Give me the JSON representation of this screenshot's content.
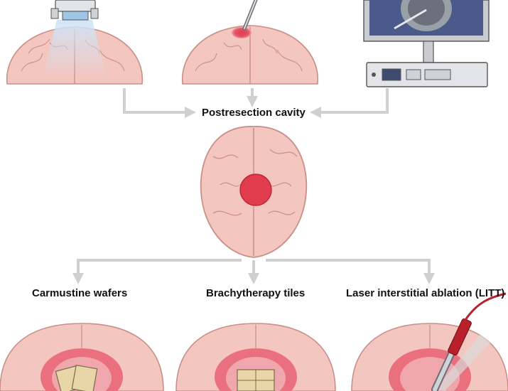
{
  "labels": {
    "cavity": "Postresection cavity",
    "carmustine": "Carmustine wafers",
    "brachytherapy": "Brachytherapy tiles",
    "litt": "Laser interstitial ablation (LITT)"
  },
  "colors": {
    "brain_fill": "#f3c6c0",
    "brain_stroke": "#c98f88",
    "lesion_outer": "#e9707c",
    "lesion_core": "#e03c4e",
    "arrow": "#cfcfcf",
    "monitor_frame": "#c9cbce",
    "monitor_screen": "#4a5a8a",
    "probe_red": "#b8202c",
    "wafer": "#e8d6a8"
  },
  "icons": {
    "top_left": "microscope-icon",
    "top_middle": "probe-icon",
    "top_right": "mri-monitor-icon",
    "cavity": "brain-cavity-icon",
    "bottom_left": "wafer-implant-icon",
    "bottom_middle": "brachytherapy-tile-icon",
    "bottom_right": "laser-probe-icon"
  }
}
